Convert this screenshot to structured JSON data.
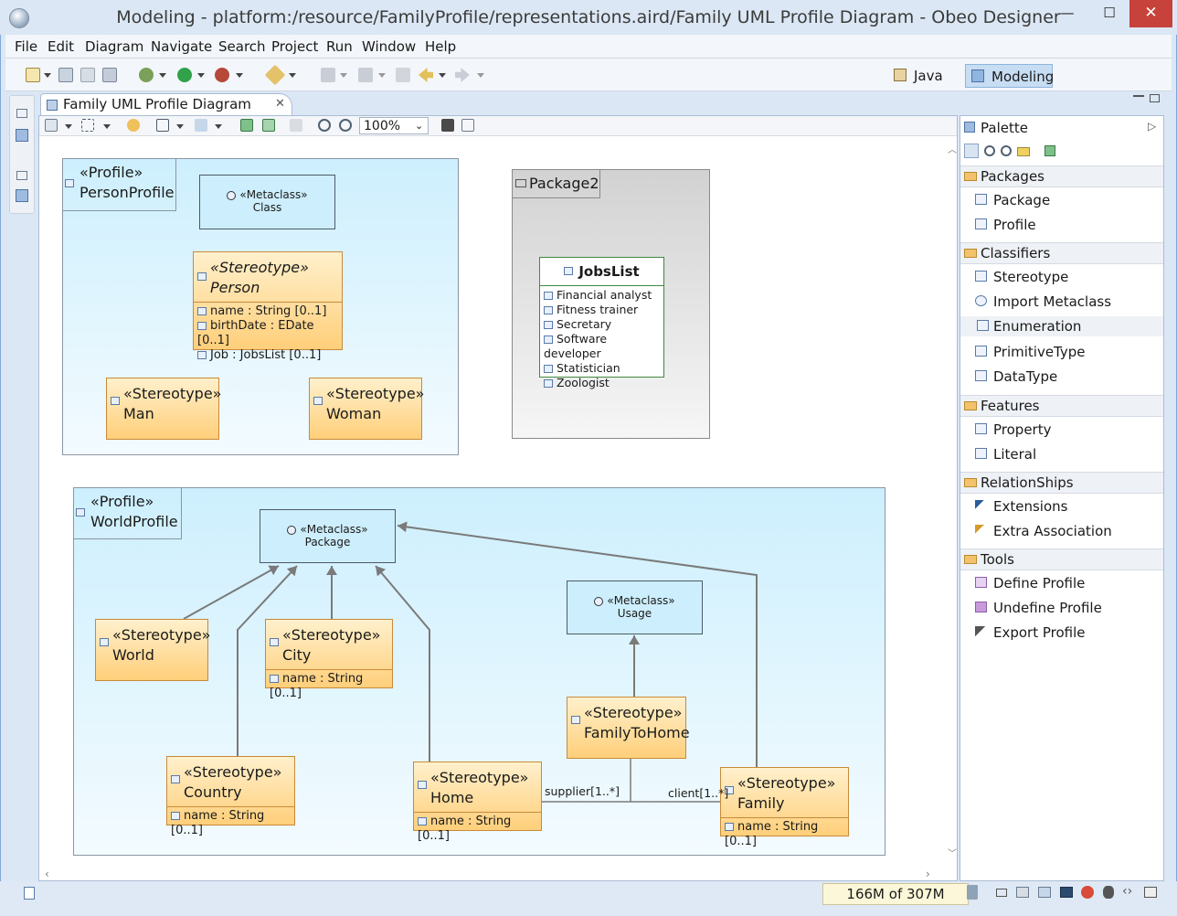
{
  "window": {
    "title": "Modeling - platform:/resource/FamilyProfile/representations.aird/Family UML Profile Diagram - Obeo Designer",
    "close": "✕",
    "maximize": "☐",
    "minimize": "—"
  },
  "menu": [
    "File",
    "Edit",
    "Diagram",
    "Navigate",
    "Search",
    "Project",
    "Run",
    "Window",
    "Help"
  ],
  "perspectives": {
    "java": "Java",
    "modeling": "Modeling"
  },
  "editor": {
    "tab_label": "Family UML Profile Diagram",
    "zoom": "100%"
  },
  "diagram": {
    "person_profile": {
      "stereotype": "«Profile»",
      "name": "PersonProfile"
    },
    "meta_class": {
      "stereotype": "«Metaclass»",
      "name": "Class"
    },
    "person": {
      "stereotype": "«Stereotype»",
      "name": "Person",
      "attrs": [
        "name : String [0..1]",
        "birthDate : EDate [0..1]",
        "Job : JobsList [0..1]"
      ]
    },
    "man": {
      "stereotype": "«Stereotype»",
      "name": "Man"
    },
    "woman": {
      "stereotype": "«Stereotype»",
      "name": "Woman"
    },
    "package2": {
      "name": "Package2"
    },
    "jobslist": {
      "name": "JobsList",
      "literals": [
        "Financial analyst",
        "Fitness trainer",
        "Secretary",
        "Software developer",
        "Statistician",
        "Zoologist"
      ]
    },
    "world_profile": {
      "stereotype": "«Profile»",
      "name": "WorldProfile"
    },
    "meta_package": {
      "stereotype": "«Metaclass»",
      "name": "Package"
    },
    "meta_usage": {
      "stereotype": "«Metaclass»",
      "name": "Usage"
    },
    "world": {
      "stereotype": "«Stereotype»",
      "name": "World"
    },
    "city": {
      "stereotype": "«Stereotype»",
      "name": "City",
      "attr": "name : String [0..1]"
    },
    "country": {
      "stereotype": "«Stereotype»",
      "name": "Country",
      "attr": "name : String [0..1]"
    },
    "home": {
      "stereotype": "«Stereotype»",
      "name": "Home",
      "attr": "name : String [0..1]"
    },
    "familytohome": {
      "stereotype": "«Stereotype»",
      "name": "FamilyToHome"
    },
    "family": {
      "stereotype": "«Stereotype»",
      "name": "Family",
      "attr": "name : String [0..1]"
    },
    "supplier_label": "supplier[1..*]",
    "client_label": "client[1..*]"
  },
  "palette": {
    "title": "Palette",
    "sections": [
      {
        "label": "Packages",
        "items": [
          "Package",
          "Profile"
        ]
      },
      {
        "label": "Classifiers",
        "items": [
          "Stereotype",
          "Import Metaclass",
          "Enumeration",
          "PrimitiveType",
          "DataType"
        ]
      },
      {
        "label": "Features",
        "items": [
          "Property",
          "Literal"
        ]
      },
      {
        "label": "RelationShips",
        "items": [
          "Extensions",
          "Extra Association"
        ]
      },
      {
        "label": "Tools",
        "items": [
          "Define Profile",
          "Undefine Profile",
          "Export Profile"
        ]
      }
    ]
  },
  "status": {
    "heap": "166M of 307M"
  },
  "colors": {
    "accent": "#c7ddf3",
    "profile_bg": "#cdeffd",
    "stereotype_bg": "#ffcf7a",
    "metaclass_bg": "#cdeefc"
  }
}
